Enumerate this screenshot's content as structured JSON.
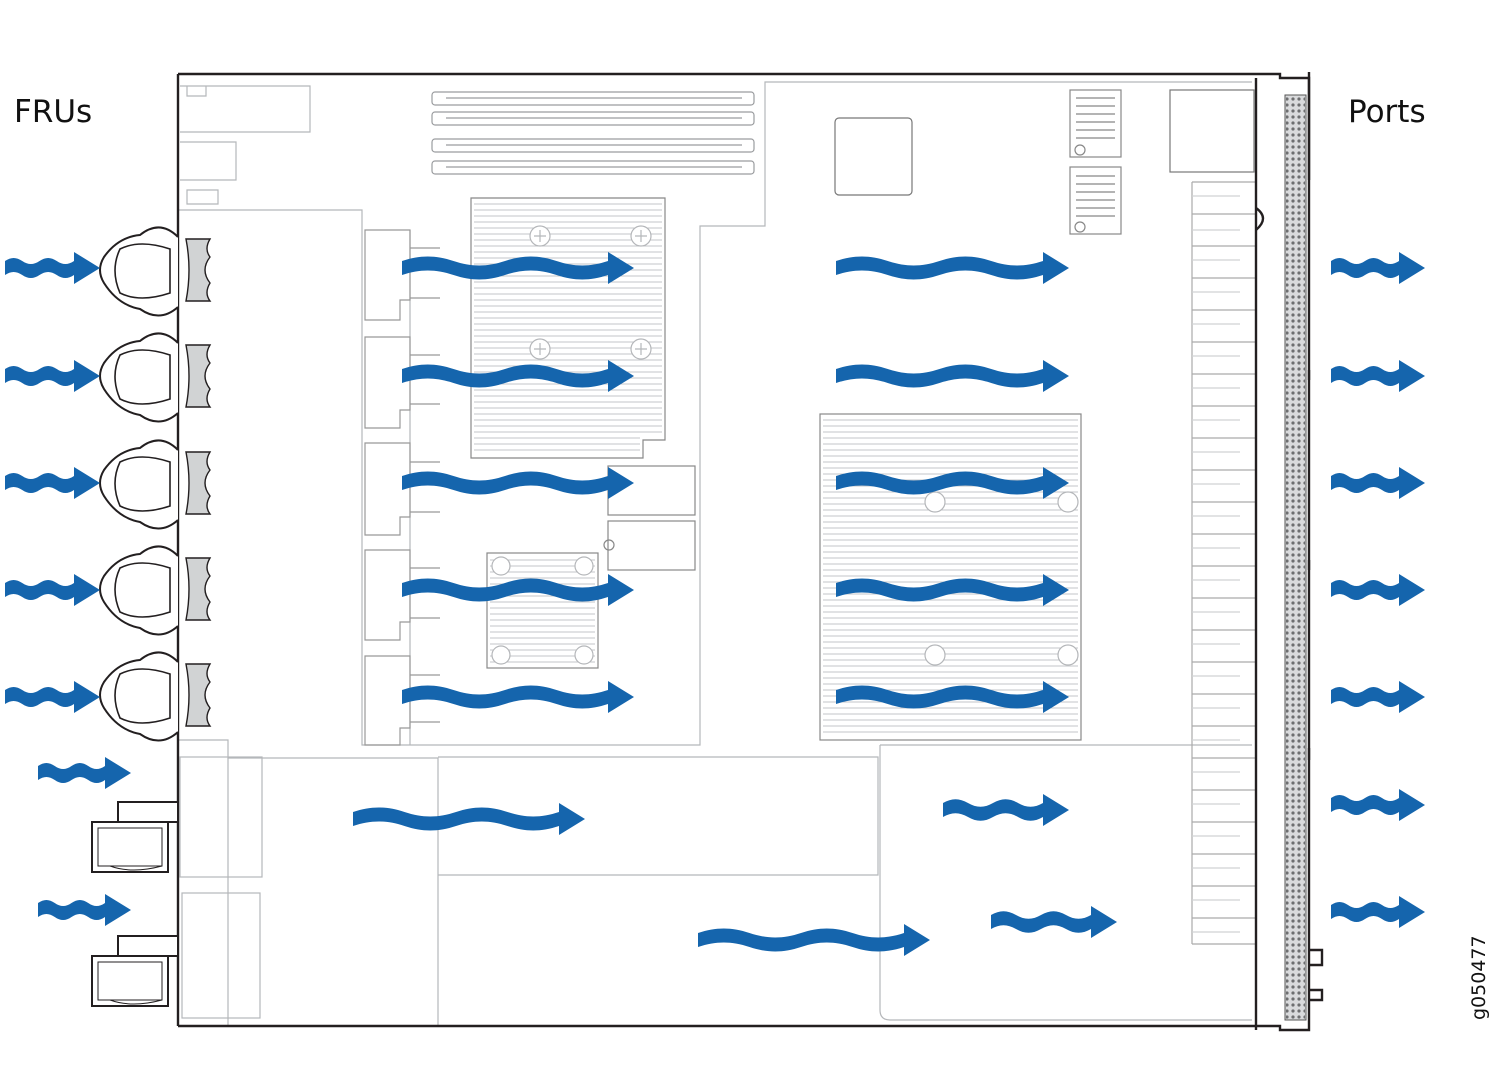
{
  "labels": {
    "intake_side": "FRUs",
    "exhaust_side": "Ports",
    "figure_id": "g050477"
  },
  "colors": {
    "airflow_arrow": "#1565ad",
    "outline": "#231f20",
    "component_line": "#a7a9ac"
  },
  "components": {
    "fan_modules": 5,
    "power_supplies": 2,
    "memory_slots": 4,
    "port_cages": 24
  }
}
